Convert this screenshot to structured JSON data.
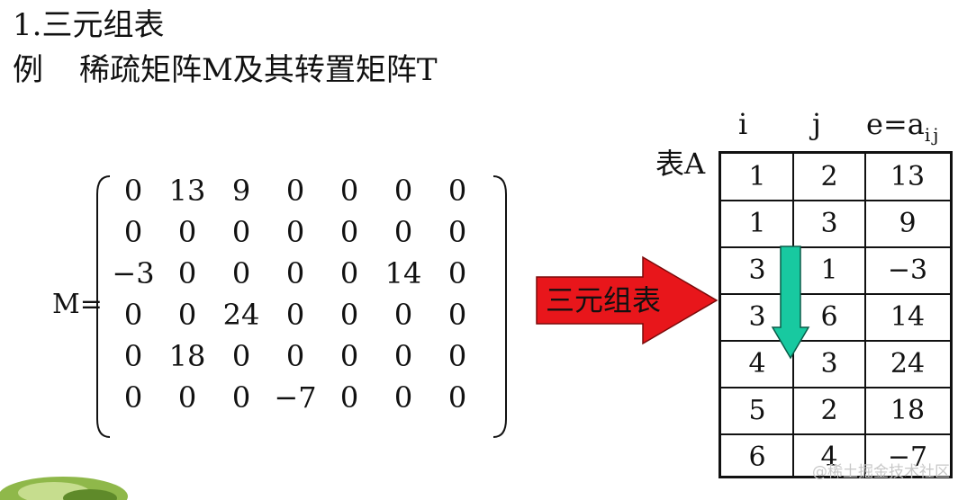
{
  "heading": {
    "number": "1.",
    "title": "三元组表",
    "example_prefix": "例",
    "example_text": "稀疏矩阵M及其转置矩阵T"
  },
  "matrix": {
    "label": "M=",
    "rows": [
      [
        "0",
        "13",
        "9",
        "0",
        "0",
        "0",
        "0"
      ],
      [
        "0",
        "0",
        "0",
        "0",
        "0",
        "0",
        "0"
      ],
      [
        "−3",
        "0",
        "0",
        "0",
        "0",
        "14",
        "0"
      ],
      [
        "0",
        "0",
        "24",
        "0",
        "0",
        "0",
        "0"
      ],
      [
        "0",
        "18",
        "0",
        "0",
        "0",
        "0",
        "0"
      ],
      [
        "0",
        "0",
        "0",
        "−7",
        "0",
        "0",
        "0"
      ]
    ]
  },
  "arrow": {
    "label": "三元组表",
    "color": "#e8161b"
  },
  "triple_table": {
    "name": "表A",
    "headers": {
      "i": "i",
      "j": "j",
      "e": "e=a",
      "e_sub": "ij"
    },
    "rows": [
      [
        "1",
        "2",
        "13"
      ],
      [
        "1",
        "3",
        "9"
      ],
      [
        "3",
        "1",
        "−3"
      ],
      [
        "3",
        "6",
        "14"
      ],
      [
        "4",
        "3",
        "24"
      ],
      [
        "5",
        "2",
        "18"
      ],
      [
        "6",
        "4",
        "−7"
      ]
    ],
    "down_arrow_color": "#18c9a0"
  },
  "watermark": "@稀土掘金技术社区"
}
